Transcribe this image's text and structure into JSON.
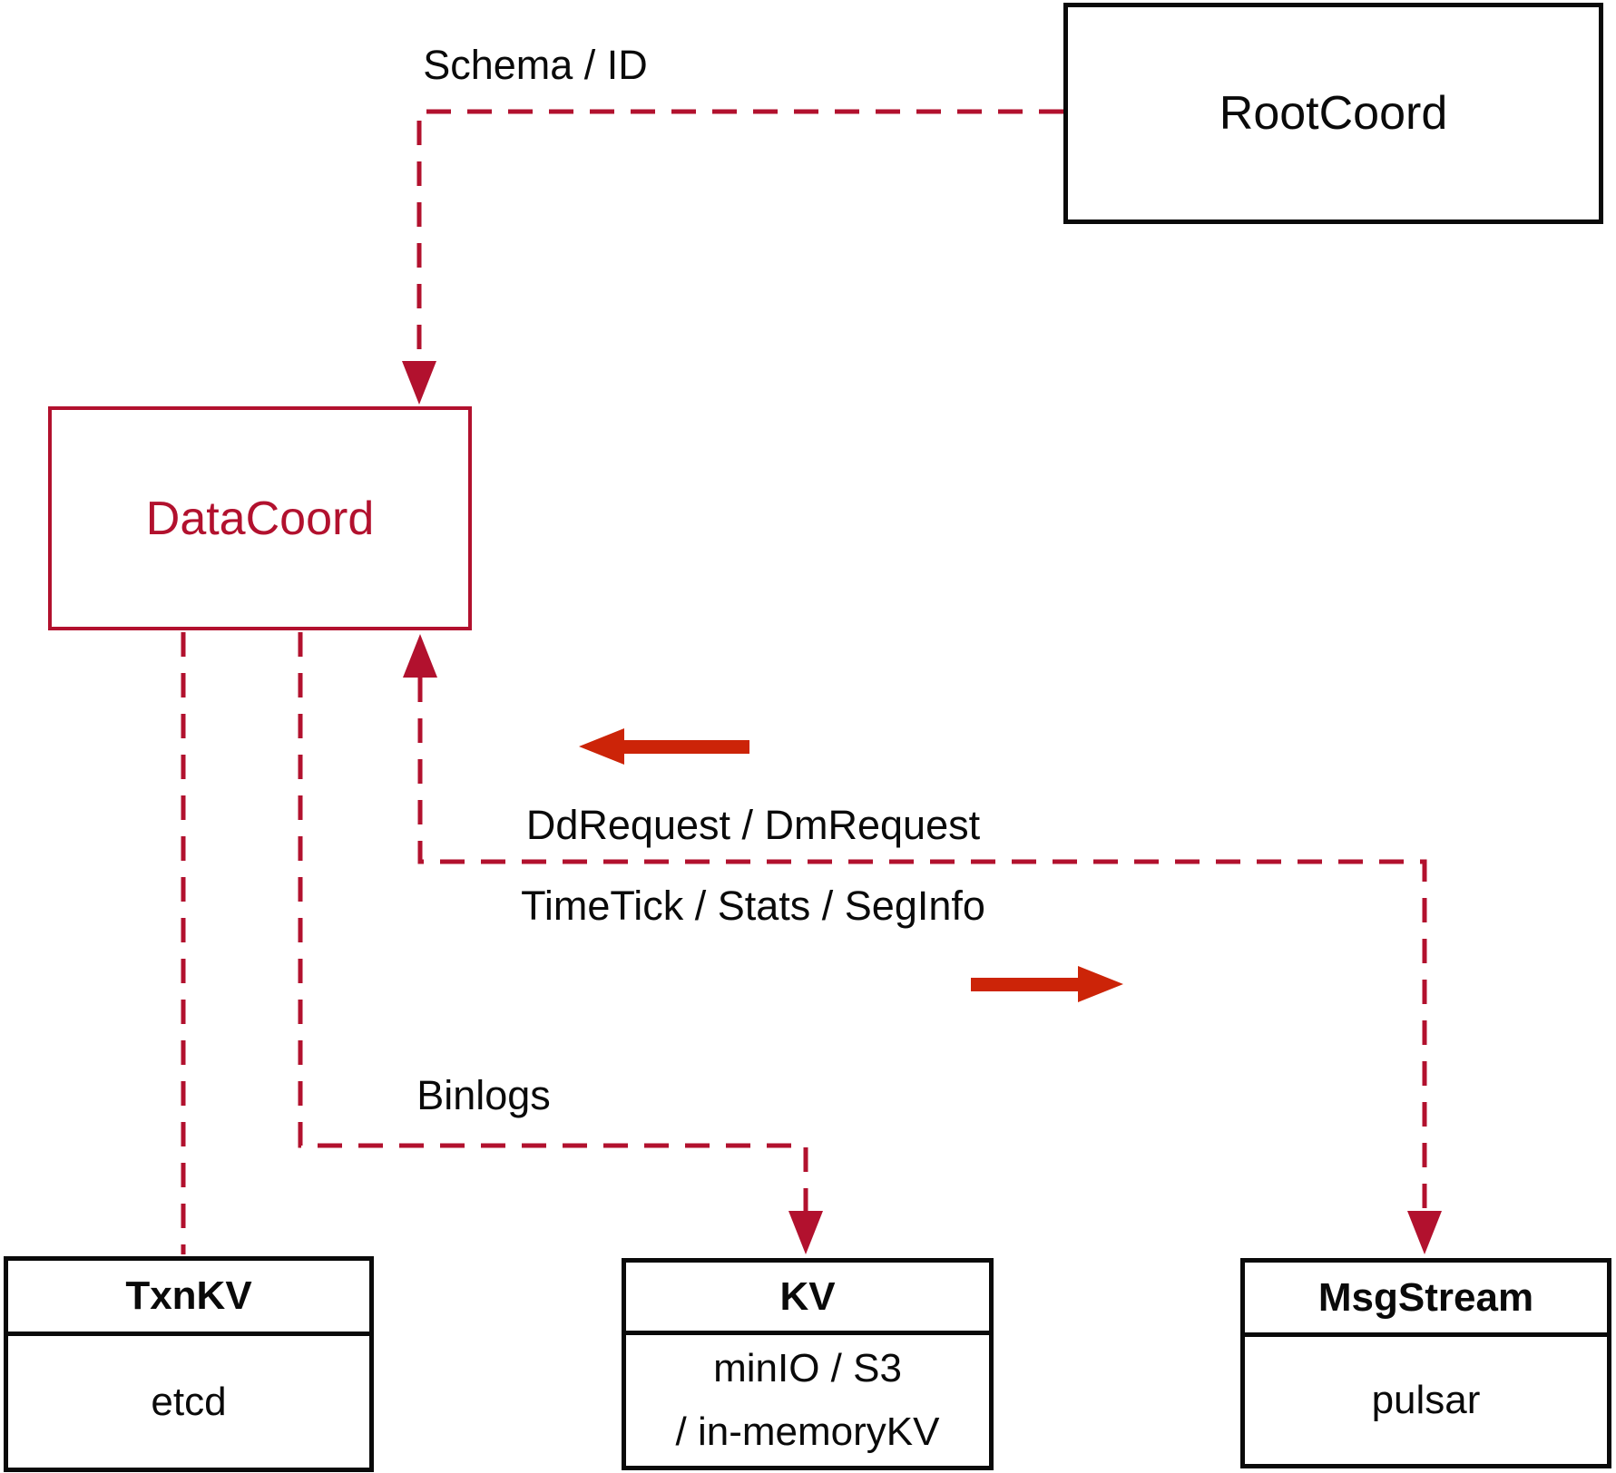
{
  "diagram": {
    "colors": {
      "dashed_red": "#b2112e",
      "arrow_red": "#cc2408",
      "box_black": "#0a0a0a"
    },
    "nodes": {
      "rootcoord": {
        "label": "RootCoord"
      },
      "datacoord": {
        "label": "DataCoord"
      },
      "txnkv": {
        "header": "TxnKV",
        "body": "etcd"
      },
      "kv": {
        "header": "KV",
        "body_lines": [
          "minIO / S3",
          "/ in-memoryKV"
        ]
      },
      "msgstream": {
        "header": "MsgStream",
        "body": "pulsar"
      }
    },
    "edge_labels": {
      "schema_id": "Schema / ID",
      "dd_request": "DdRequest / DmRequest",
      "time_tick": "TimeTick / Stats / SegInfo",
      "binlogs": "Binlogs"
    }
  }
}
